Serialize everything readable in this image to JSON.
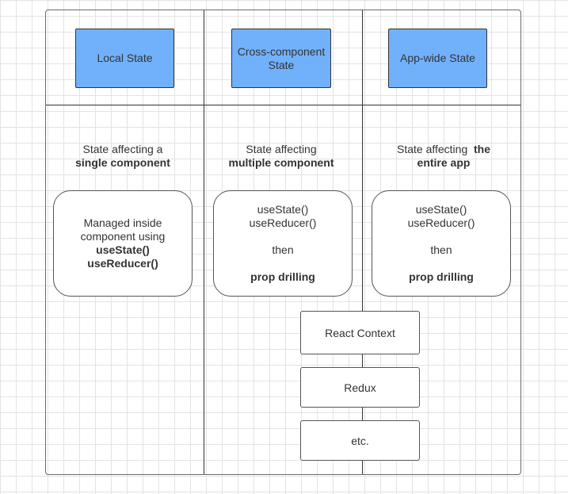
{
  "columns": [
    {
      "header": "Local State",
      "desc_line1": "State affecting a",
      "desc_line2": "single component",
      "card": {
        "line1": "Managed inside",
        "line2": "component using",
        "line3": "useState()",
        "line4": "useReducer()"
      }
    },
    {
      "header": "Cross-component State",
      "desc_line1": "State affecting",
      "desc_line2": "multiple component",
      "card": {
        "line1": "useState()",
        "line2": "useReducer()",
        "line3": "then",
        "line4": "prop drilling"
      }
    },
    {
      "header": "App-wide State",
      "desc_line1_normal": "State affecting",
      "desc_line1_bold": "the",
      "desc_line2": "entire app",
      "card": {
        "line1": "useState()",
        "line2": "useReducer()",
        "line3": "then",
        "line4": "prop drilling"
      }
    }
  ],
  "tools": [
    "React Context",
    "Redux",
    "etc."
  ],
  "colors": {
    "header_fill": "#71b1fb",
    "line": "#333333",
    "grid": "#e3e3e3"
  }
}
